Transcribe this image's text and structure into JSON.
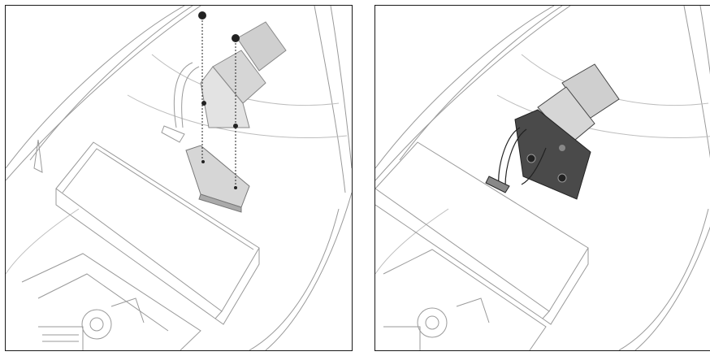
{
  "figure": {
    "panels": [
      {
        "id": "step-before",
        "step": "motor-mount-and-screws-exploded"
      },
      {
        "id": "step-after",
        "step": "motor-mount-installed"
      }
    ],
    "colors": {
      "outline": "#9a9a9a",
      "light_outline": "#bdbdbd",
      "motor_gray": "#cfcfcf",
      "mount_dark": "#4a4a4a",
      "mount_light": "#d6d6d6",
      "frame": "#1a1a1a"
    },
    "icons": [
      "screw-icon",
      "motor-icon",
      "mount-bracket-icon",
      "hull-icon",
      "battery-box-icon"
    ]
  }
}
